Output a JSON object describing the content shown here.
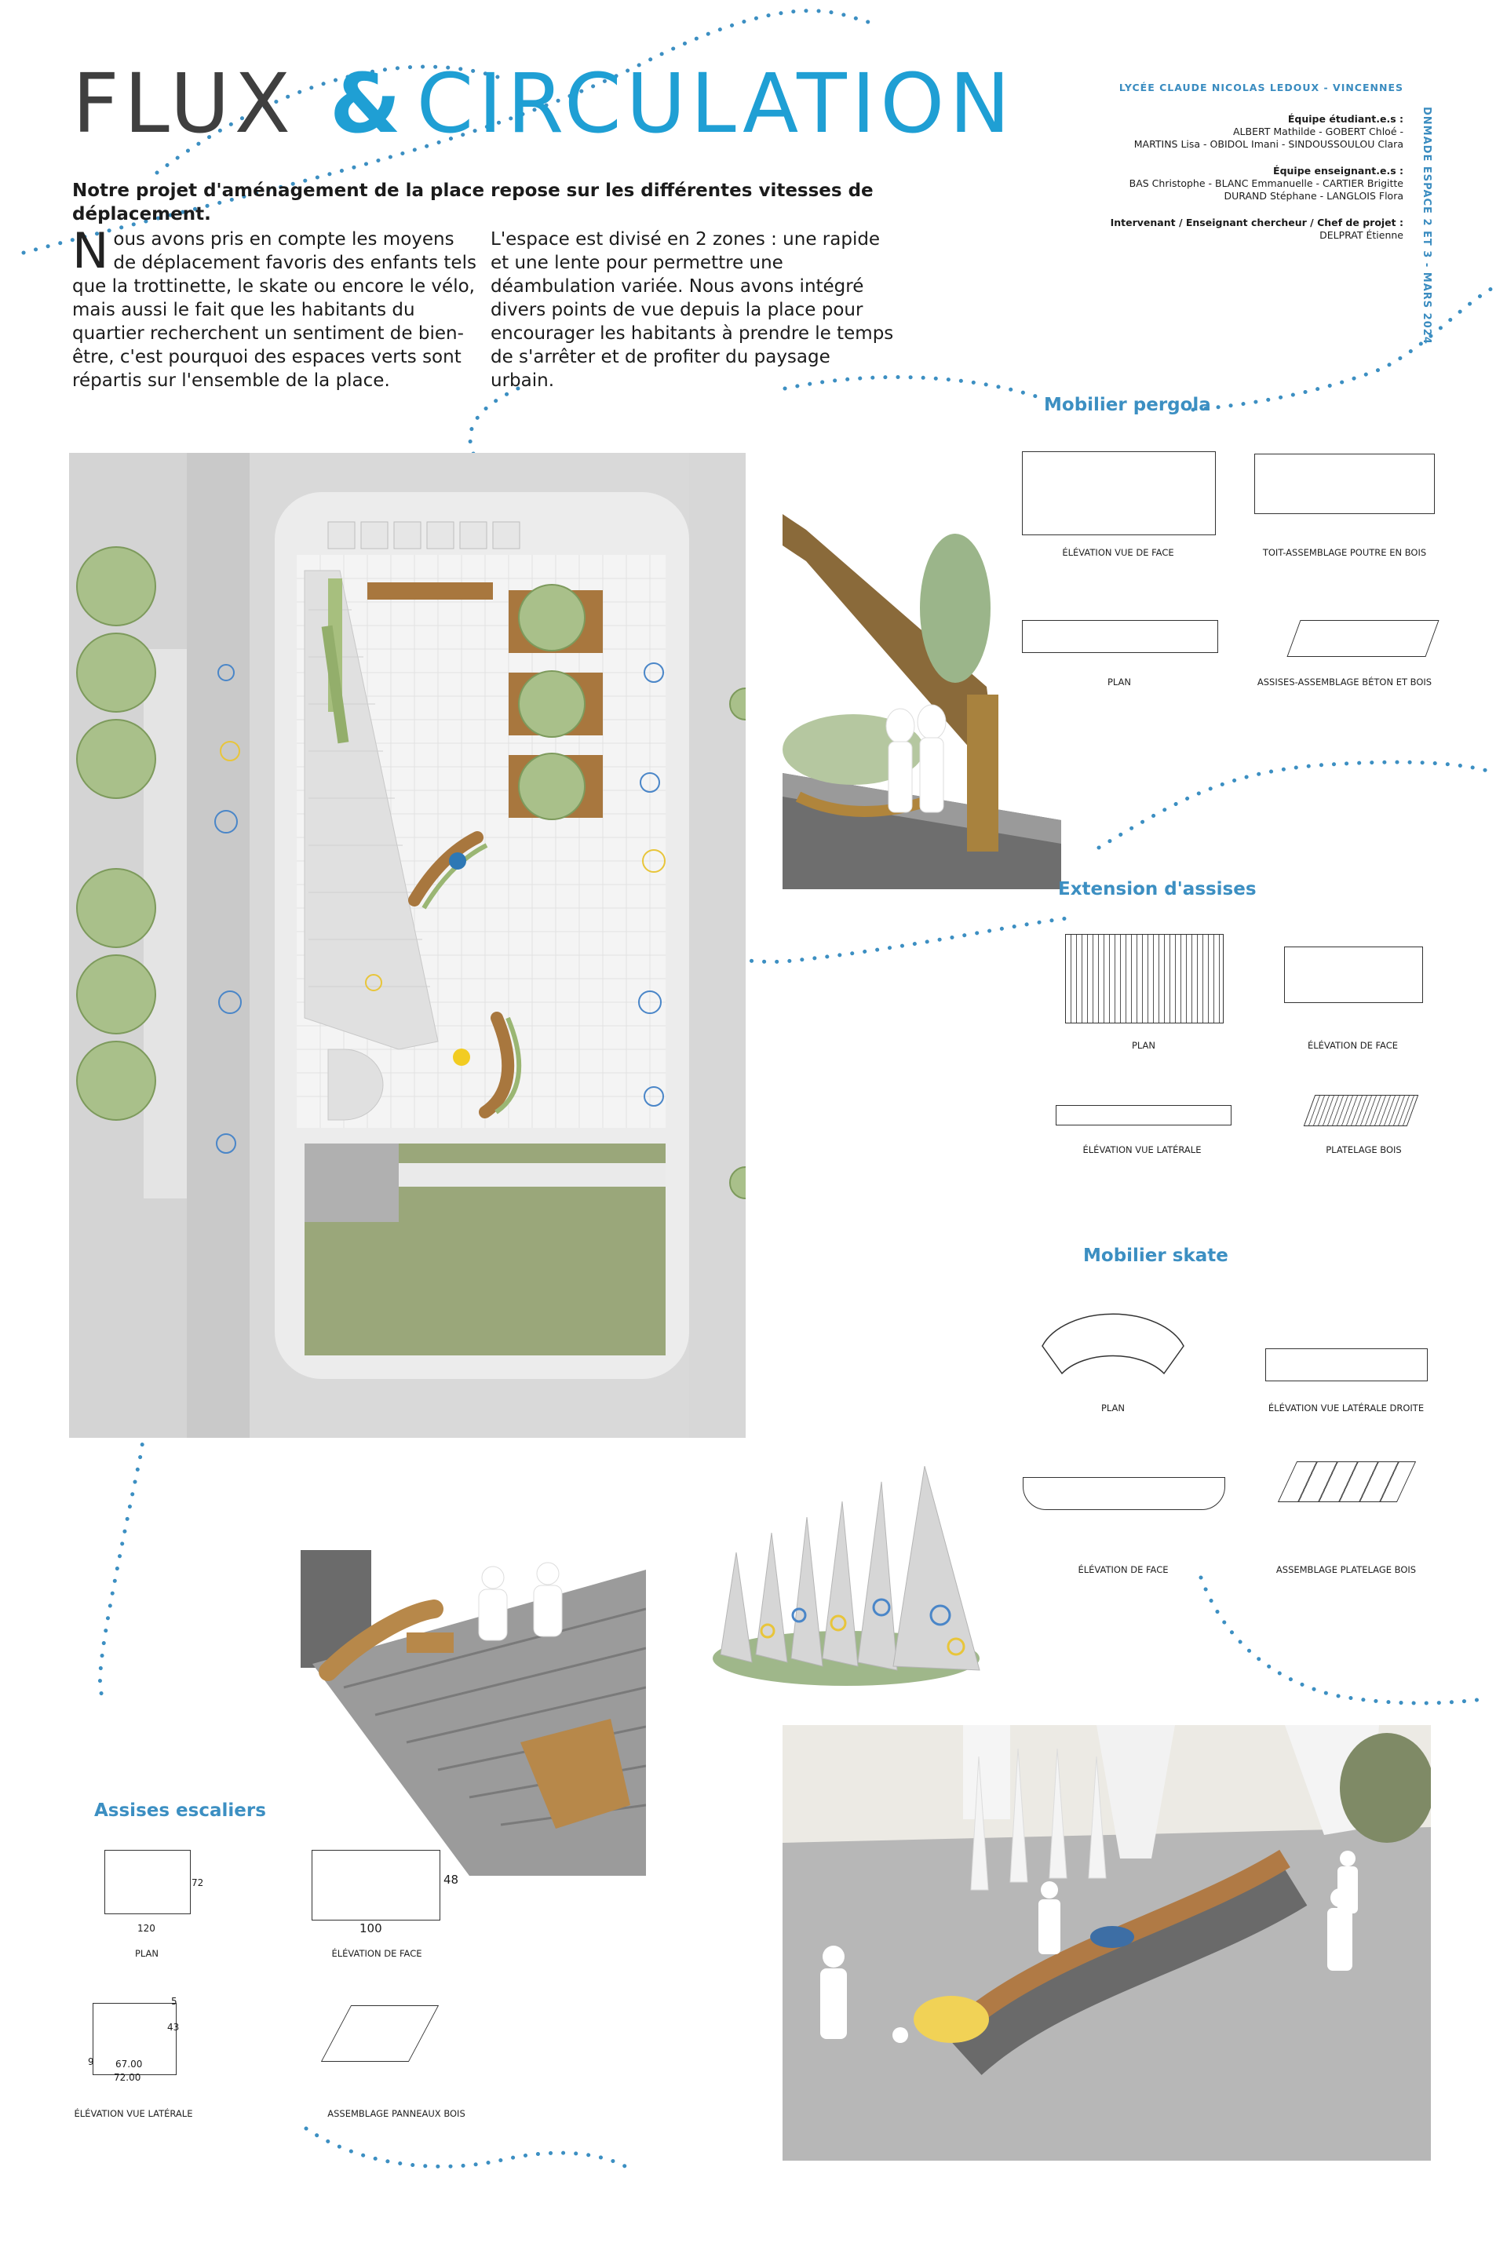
{
  "header": {
    "title_part1": "FLUX",
    "title_amp": "&",
    "title_part2": "CIRCULATION",
    "lead": "Notre projet d'aménagement de la place repose sur les différentes vitesses de déplacement.",
    "col1_drop": "N",
    "col1": "ous avons pris en compte les moyens de déplacement favoris des enfants tels que la trottinette, le skate ou encore le vélo, mais aussi le fait que les habitants du quartier recherchent un sentiment de bien-être, c'est pourquoi des espaces verts sont répartis sur l'ensemble de la place.",
    "col2": "L'espace est divisé en 2 zones : une rapide et une lente pour permettre une déambulation variée. Nous avons intégré divers points de vue depuis la place pour encourager les habitants à prendre le temps de s'arrêter et de profiter du paysage urbain."
  },
  "credits": {
    "school": "LYCÉE CLAUDE NICOLAS LEDOUX - VINCENNES",
    "students_heading": "Équipe étudiant.e.s :",
    "students_line1": "ALBERT Mathilde - GOBERT Chloé -",
    "students_line2": "MARTINS Lisa - OBIDOL Imani - SINDOUSSOULOU Clara",
    "teachers_heading": "Équipe enseignant.e.s :",
    "teachers_line1": "BAS Christophe - BLANC Emmanuelle - CARTIER Brigitte",
    "teachers_line2": "DURAND Stéphane - LANGLOIS Flora",
    "lead_heading": "Intervenant / Enseignant chercheur / Chef de projet :",
    "lead_name": "DELPRAT Étienne",
    "vertical": "DNMADE ESPACE 2 ET 3 - MARS 2024"
  },
  "sections": {
    "pergola": {
      "title": "Mobilier pergola",
      "captions": [
        "ÉLÉVATION VUE DE FACE",
        "TOIT-ASSEMBLAGE POUTRE EN BOIS",
        "PLAN",
        "ASSISES-ASSEMBLAGE BÉTON ET BOIS"
      ]
    },
    "extension": {
      "title": "Extension d'assises",
      "captions": [
        "PLAN",
        "ÉLÉVATION DE FACE",
        "ÉLÉVATION VUE LATÉRALE",
        "PLATELAGE BOIS"
      ]
    },
    "skate": {
      "title": "Mobilier skate",
      "captions": [
        "PLAN",
        "ÉLÉVATION VUE LATÉRALE DROITE",
        "ÉLÉVATION DE FACE",
        "ASSEMBLAGE PLATELAGE BOIS"
      ]
    },
    "escaliers": {
      "title": "Assises escaliers",
      "captions": [
        "PLAN",
        "ÉLÉVATION DE FACE",
        "ÉLÉVATION VUE LATÉRALE",
        "ASSEMBLAGE PANNEAUX BOIS"
      ],
      "dims": {
        "plan_w": "120",
        "plan_h": "72",
        "face_w": "100",
        "face_h": "48",
        "lat_top": "5",
        "lat_h": "43",
        "lat_w1": "67.00",
        "lat_w2": "72.00",
        "lat_small": "9"
      }
    }
  },
  "colors": {
    "accent": "#1f9fd4",
    "heading": "#3c8fc2",
    "dots": "#3c8fc2",
    "wood": "#a8773e",
    "grass": "#9aa77a"
  }
}
